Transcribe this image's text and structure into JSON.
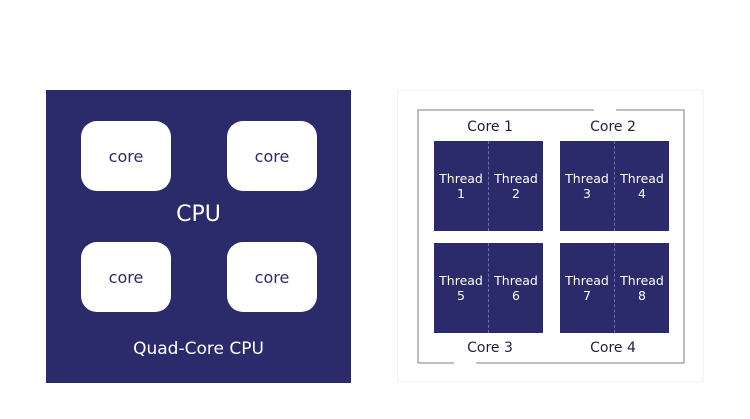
{
  "left_diagram": {
    "cores": [
      "core",
      "core",
      "core",
      "core"
    ],
    "center_label": "CPU",
    "caption": "Quad-Core CPU"
  },
  "right_diagram": {
    "cores": [
      {
        "label": "Core 1",
        "threads": [
          {
            "word": "Thread",
            "num": "1"
          },
          {
            "word": "Thread",
            "num": "2"
          }
        ]
      },
      {
        "label": "Core 2",
        "threads": [
          {
            "word": "Thread",
            "num": "3"
          },
          {
            "word": "Thread",
            "num": "4"
          }
        ]
      },
      {
        "label": "Core 3",
        "threads": [
          {
            "word": "Thread",
            "num": "5"
          },
          {
            "word": "Thread",
            "num": "6"
          }
        ]
      },
      {
        "label": "Core 4",
        "threads": [
          {
            "word": "Thread",
            "num": "7"
          },
          {
            "word": "Thread",
            "num": "8"
          }
        ]
      }
    ]
  },
  "colors": {
    "navy": "#2b2b6b",
    "white": "#ffffff"
  }
}
